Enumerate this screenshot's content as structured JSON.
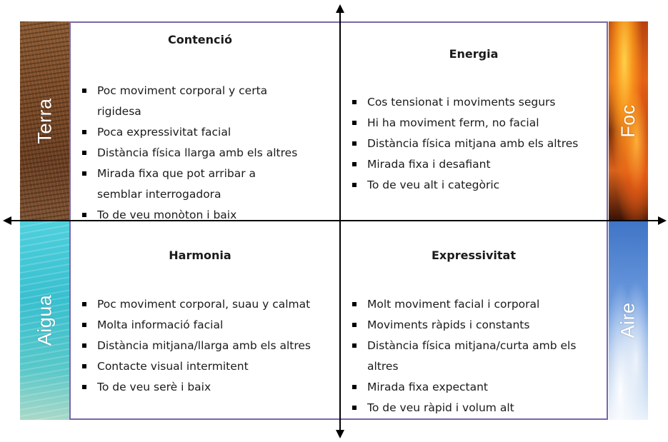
{
  "elements": {
    "terra": "Terra",
    "foc": "Foc",
    "aigua": "Aigua",
    "aire": "Aire"
  },
  "quadrants": [
    {
      "title": "Contenció",
      "items": [
        "Poc moviment corporal y certa",
        "rigidesa",
        "Poca expressivitat facial",
        "Distància física llarga amb els altres",
        "Mirada fixa que pot arribar a",
        "semblar interrogadora",
        "To de veu monòton i baix"
      ]
    },
    {
      "title": "Energia",
      "items": [
        "Cos tensionat i moviments segurs",
        "Hi ha moviment ferm, no facial",
        "Distància física mitjana amb els altres",
        "Mirada fixa i desafiant",
        "To de veu alt i categòric"
      ]
    },
    {
      "title": "Harmonia",
      "items": [
        "Poc moviment corporal, suau y calmat",
        "Molta informació facial",
        "Distància mitjana/llarga amb els altres",
        "Contacte visual intermitent",
        "To de veu serè i baix"
      ]
    },
    {
      "title": "Expressivitat",
      "items": [
        "Molt moviment facial i corporal",
        "Moviments ràpids i constants",
        "Distància física mitjana/curta amb els",
        "altres",
        "Mirada fixa expectant",
        "To de veu ràpid i volum alt"
      ]
    }
  ],
  "colors": {
    "frame": "#7b67a8",
    "axis": "#000000"
  }
}
